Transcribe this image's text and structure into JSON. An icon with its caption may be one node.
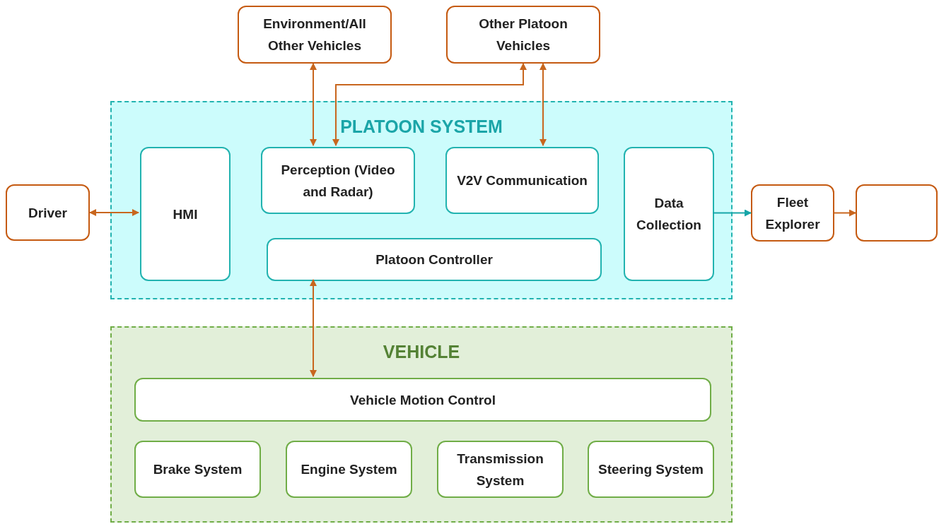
{
  "diagram": {
    "nodes": [
      {
        "text": [
          "Environment/All Other Vehicles"
        ]
      },
      {
        "text": [
          "Other Platoon Vehicles"
        ]
      },
      {
        "text": [
          "PLATOON SYSTEM"
        ]
      },
      {
        "text": [
          "Driver"
        ]
      },
      {
        "text": [
          "HMI"
        ],
        "in": 2
      },
      {
        "text": [
          "Perception (Video and Radar)"
        ],
        "in": 2
      },
      {
        "text": [
          "V2V Communication"
        ],
        "in": 2
      },
      {
        "text": [
          "Data Collection"
        ],
        "in": 2
      },
      {
        "text": [
          "Platoon Controller"
        ],
        "in": 2
      },
      {
        "text": [
          "Fleet Explorer"
        ]
      },
      {
        "text": [],
        "shape": "box"
      },
      {
        "text": [
          "VEHICLE"
        ]
      },
      {
        "text": [
          "Vehicle Motion Control"
        ],
        "in": 11
      },
      {
        "text": [
          "Brake System"
        ],
        "in": 11
      },
      {
        "text": [
          "Engine System"
        ],
        "in": 11
      },
      {
        "text": [
          "Transmission System"
        ],
        "in": 11
      },
      {
        "text": [
          "Steering System"
        ],
        "in": 11
      }
    ],
    "edges": [
      {
        "from": 0,
        "to": 5,
        "arrow": "both"
      },
      {
        "from": 5,
        "to": 1,
        "arrow": "both"
      },
      {
        "from": 1,
        "to": 6,
        "arrow": "both"
      },
      {
        "from": 3,
        "to": 4,
        "arrow": "both"
      },
      {
        "from": 7,
        "to": 9,
        "arrow": "to",
        "color": "#17a5a8"
      },
      {
        "from": 9,
        "to": 10,
        "arrow": "to"
      },
      {
        "from": 8,
        "to": 12,
        "arrow": "both"
      }
    ]
  }
}
